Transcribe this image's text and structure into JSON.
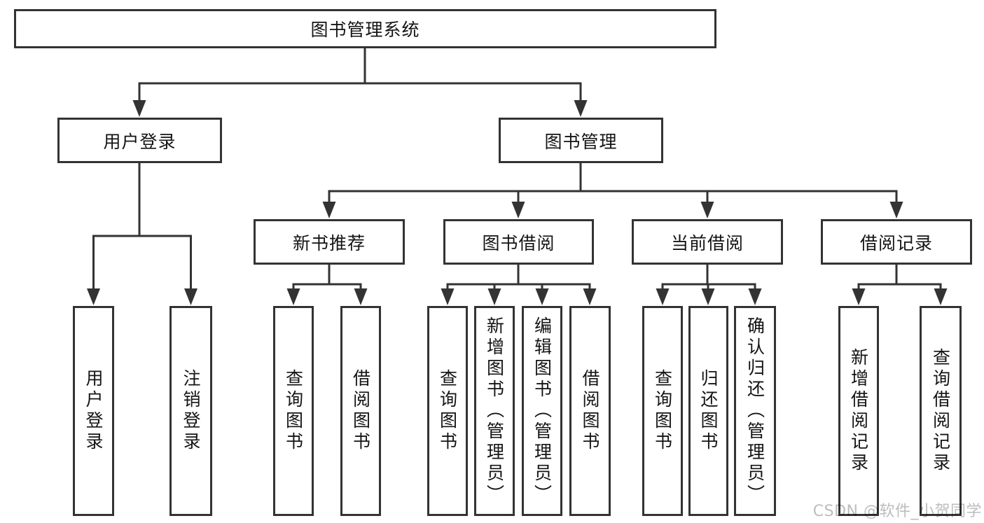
{
  "tree": {
    "root": {
      "label": "图书管理系统",
      "children": [
        {
          "label": "用户登录",
          "children": [
            {
              "label": "用户登录"
            },
            {
              "label": "注销登录"
            }
          ]
        },
        {
          "label": "图书管理",
          "children": [
            {
              "label": "新书推荐",
              "children": [
                {
                  "label": "查询图书"
                },
                {
                  "label": "借阅图书"
                }
              ]
            },
            {
              "label": "图书借阅",
              "children": [
                {
                  "label": "查询图书"
                },
                {
                  "label": "新增图书（管理员）"
                },
                {
                  "label": "编辑图书（管理员）"
                },
                {
                  "label": "借阅图书"
                }
              ]
            },
            {
              "label": "当前借阅",
              "children": [
                {
                  "label": "查询图书"
                },
                {
                  "label": "归还图书"
                },
                {
                  "label": "确认归还（管理员）"
                }
              ]
            },
            {
              "label": "借阅记录",
              "children": [
                {
                  "label": "新增借阅记录"
                },
                {
                  "label": "查询借阅记录"
                }
              ]
            }
          ]
        }
      ]
    }
  },
  "watermark": {
    "text": "CSDN @软件_小贺同学"
  },
  "colors": {
    "line": "#333333",
    "box_border": "#333333",
    "text": "#141414",
    "watermark": "#bcbdbf",
    "background": "#ffffff"
  }
}
